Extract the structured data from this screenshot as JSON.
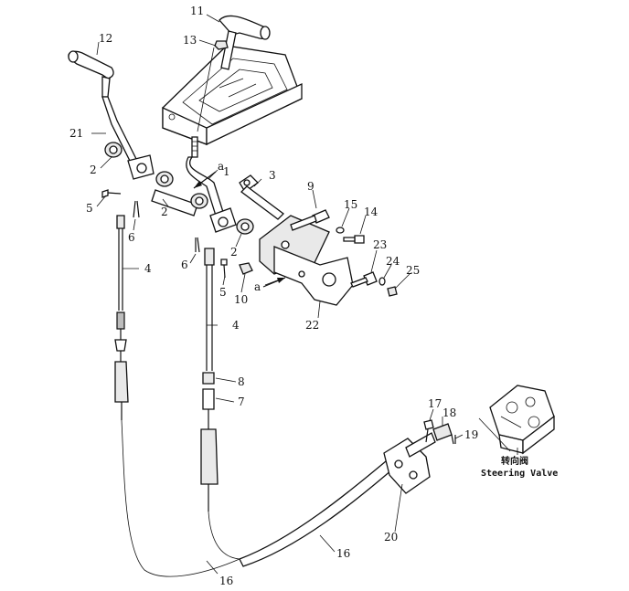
{
  "diagram": {
    "callouts": {
      "c1": "1",
      "c2a": "2",
      "c2b": "2",
      "c2c": "2",
      "c3": "3",
      "c4a": "4",
      "c4b": "4",
      "c5a": "5",
      "c5b": "5",
      "c6a": "6",
      "c6b": "6",
      "c7": "7",
      "c8": "8",
      "c9": "9",
      "c10": "10",
      "c11": "11",
      "c12": "12",
      "c13": "13",
      "c14": "14",
      "c15": "15",
      "c16a": "16",
      "c16b": "16",
      "c17": "17",
      "c18": "18",
      "c19": "19",
      "c20": "20",
      "c21": "21",
      "c22": "22",
      "c23": "23",
      "c24": "24",
      "c25": "25",
      "ca1": "a",
      "ca2": "a"
    },
    "steering_valve": {
      "label_cn": "转向阀",
      "label_en": "Steering Valve"
    }
  }
}
